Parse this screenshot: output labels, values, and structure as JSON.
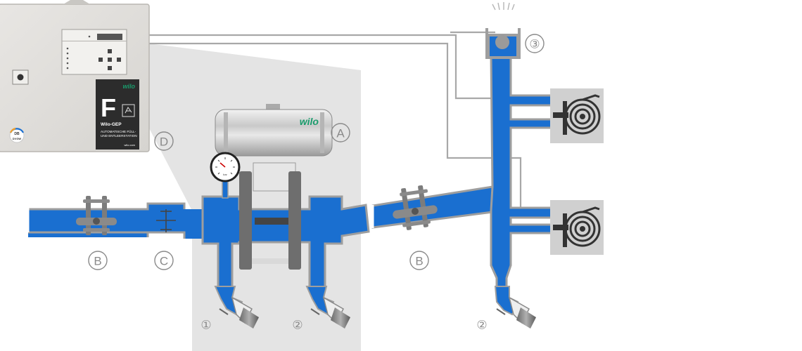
{
  "labels": {
    "actuator": "A",
    "ball_valve_left": "B",
    "ball_valve_right": "B",
    "check_valve": "C",
    "control_box": "D",
    "drain_valve_1": "①",
    "drain_valve_2": "②",
    "drain_valve_3": "②",
    "vent_valve": "③"
  },
  "control_box": {
    "panel_letter": "F",
    "brand": "wilo",
    "product": "Wilo-GEP",
    "desc_line1": "AUTOMATISCHE FÜLL-",
    "desc_line2": "UND ENTLEERSTATION",
    "website": "wilo.com",
    "cert_top": "DB",
    "cert_bottom": "DVGW"
  },
  "actuator": {
    "brand": "wilo"
  },
  "gauge": {
    "unit": "bar"
  },
  "colors": {
    "pipe_fill": "#1a6fd0",
    "pipe_wall": "#9e9e9e",
    "station_bg": "#e4e4e4",
    "box_bg": "#dedcd8",
    "panel_dark": "#2c2c2c",
    "brand_green": "#1a9b6c",
    "hose_box": "#d0d0d0"
  }
}
